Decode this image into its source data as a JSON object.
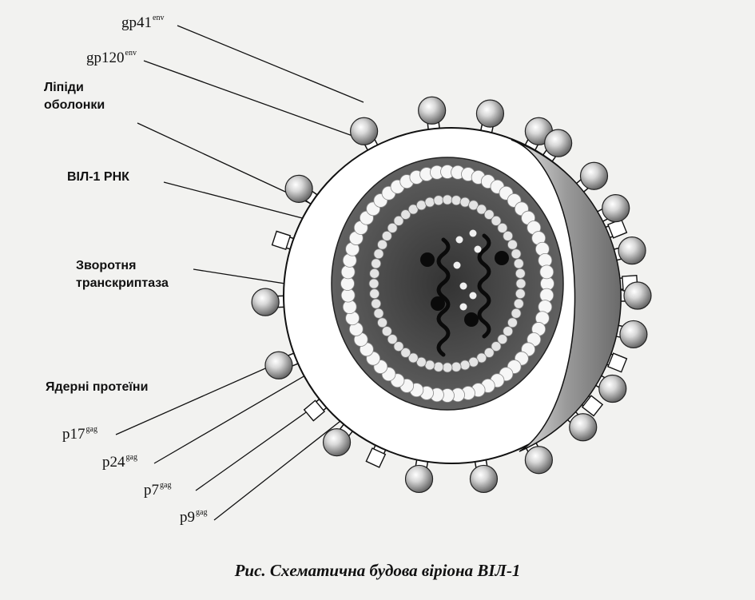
{
  "labels": {
    "gp41": {
      "text": "gp41",
      "sup": "env"
    },
    "gp120": {
      "text": "gp120",
      "sup": "env"
    },
    "lipids": {
      "line1": "Ліпіди",
      "line2": "оболонки"
    },
    "rna": "ВІЛ-1 РНК",
    "rt": {
      "line1": "Зворотня",
      "line2": "транскриптаза"
    },
    "core_proteins": "Ядерні протеїни",
    "p17": {
      "text": "p17",
      "sup": "gag"
    },
    "p24": {
      "text": "p24",
      "sup": "gag"
    },
    "p7": {
      "text": "p7",
      "sup": "gag"
    },
    "p9": {
      "text": "p9",
      "sup": "gag"
    }
  },
  "caption": "Рис. Схематична будова віріона ВІЛ-1",
  "colors": {
    "background": "#f2f2f0",
    "envelope": "#ffffff",
    "core_dark": "#4a4a4a",
    "shadow": "#8c8c8c",
    "ink": "#111111"
  }
}
